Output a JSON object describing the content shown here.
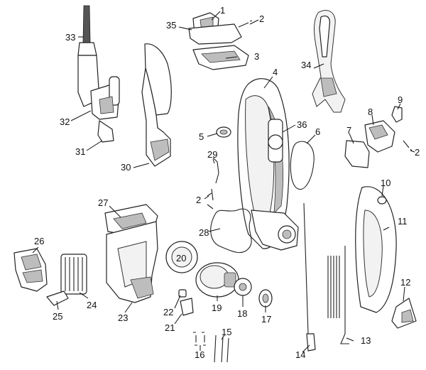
{
  "diagram": {
    "labels": [
      "1",
      "2",
      "3",
      "4",
      "5",
      "6",
      "7",
      "8",
      "9",
      "10",
      "11",
      "12",
      "13",
      "14",
      "15",
      "16",
      "17",
      "18",
      "19",
      "20",
      "21",
      "22",
      "23",
      "24",
      "25",
      "26",
      "27",
      "28",
      "29",
      "30",
      "31",
      "32",
      "33",
      "34",
      "35",
      "36",
      "2",
      "2"
    ]
  }
}
